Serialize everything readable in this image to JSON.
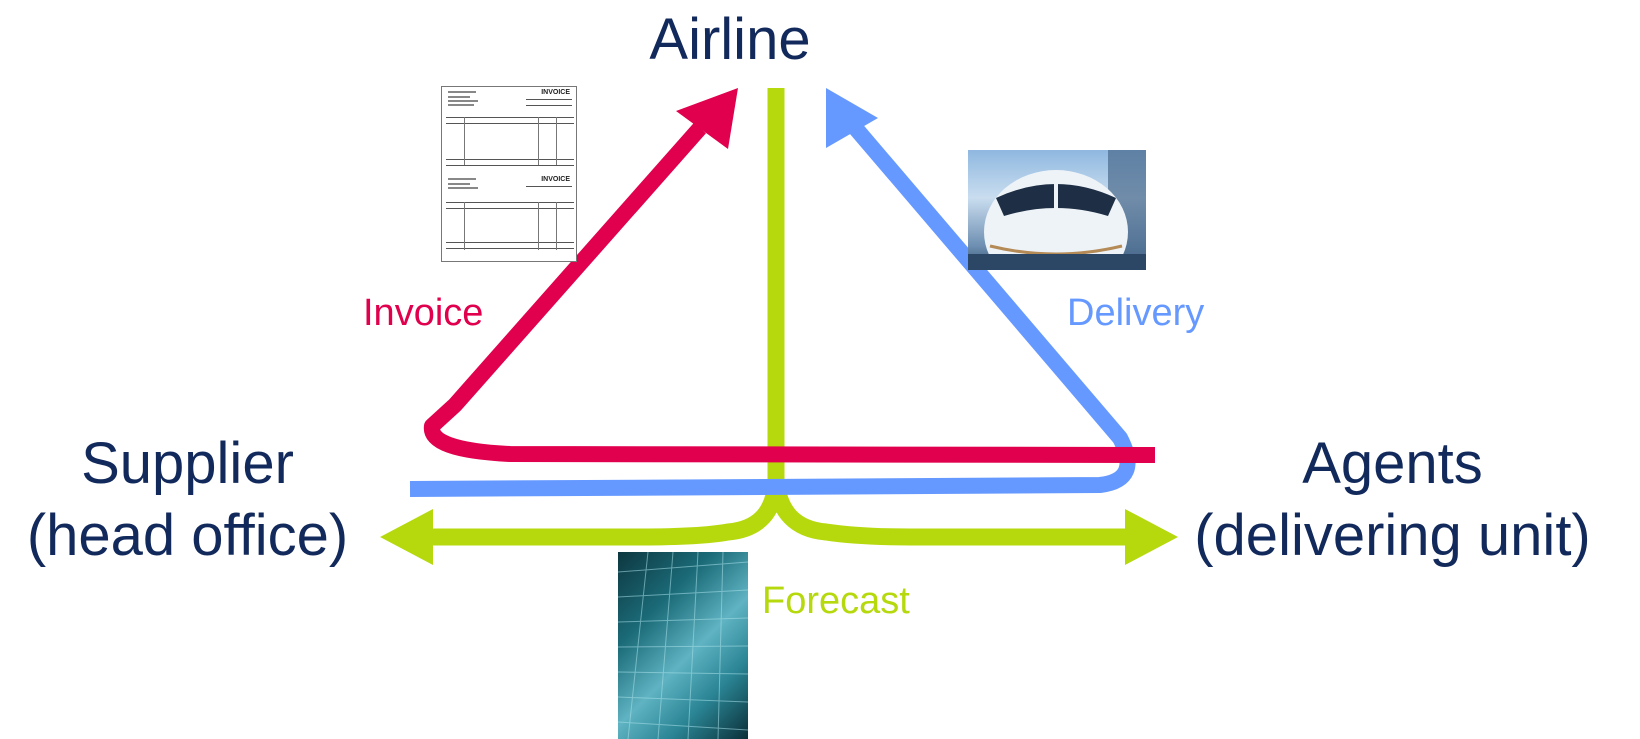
{
  "nodes": {
    "airline": {
      "line1": "Airline"
    },
    "supplier": {
      "line1": "Supplier",
      "line2": "(head office)"
    },
    "agents": {
      "line1": "Agents",
      "line2": "(delivering unit)"
    }
  },
  "flows": {
    "invoice": {
      "label": "Invoice",
      "color": "#e0004d"
    },
    "delivery": {
      "label": "Delivery",
      "color": "#6699ff"
    },
    "forecast": {
      "label": "Forecast",
      "color": "#b5d90d"
    }
  },
  "invoice_document": {
    "heading": "INVOICE"
  },
  "colors": {
    "node_text": "#12295b",
    "background": "#ffffff"
  }
}
